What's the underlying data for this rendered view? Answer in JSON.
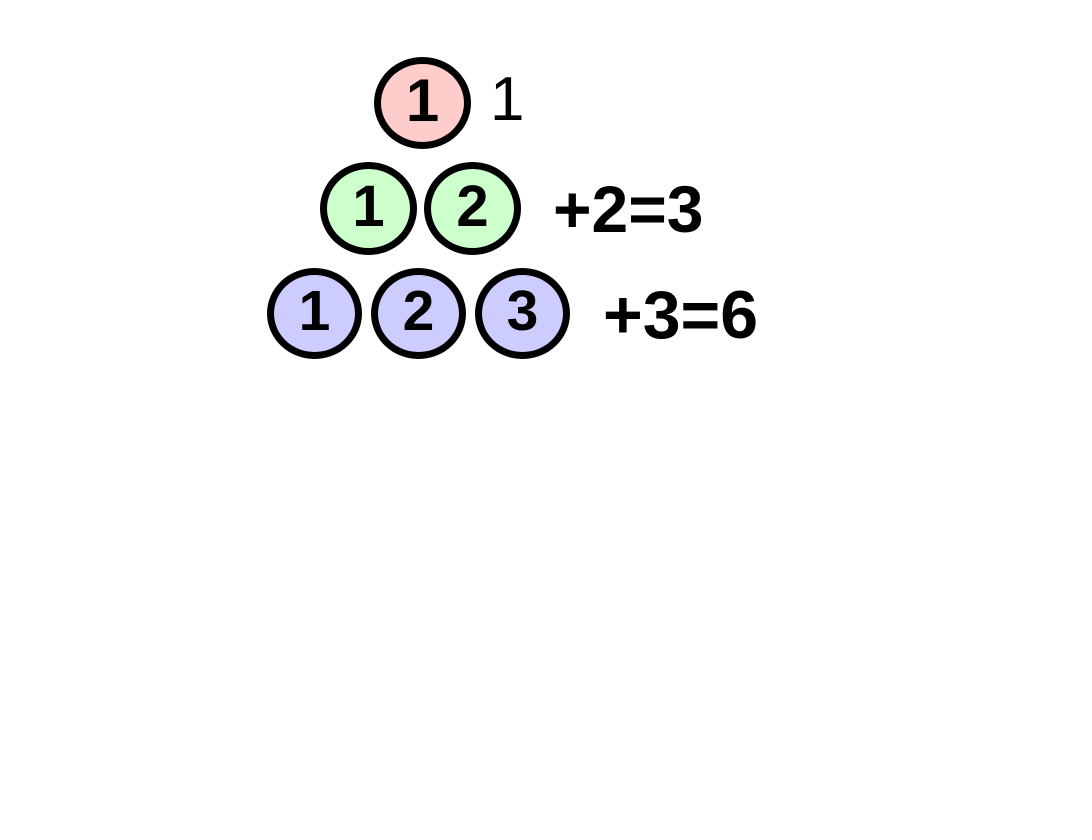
{
  "figure": {
    "kind": "triangular-number-diagram",
    "background_color": "#ffffff",
    "outline_color": "#000000",
    "text_color": "#000000"
  },
  "rows": [
    {
      "id": "row-1",
      "fill_color": "#ffcccc",
      "count": 1,
      "discs": [
        {
          "label": "1"
        }
      ],
      "caption": "1",
      "running_total": 1
    },
    {
      "id": "row-2",
      "fill_color": "#ccffcc",
      "count": 2,
      "discs": [
        {
          "label": "1"
        },
        {
          "label": "2"
        }
      ],
      "caption": "+2=3",
      "running_total": 3
    },
    {
      "id": "row-3",
      "fill_color": "#ccccff",
      "count": 3,
      "discs": [
        {
          "label": "1"
        },
        {
          "label": "2"
        },
        {
          "label": "3"
        }
      ],
      "caption": "+3=6",
      "running_total": 6
    }
  ],
  "chart_data": {
    "type": "bar",
    "title": "",
    "subtitle": "",
    "xlabel": "",
    "ylabel": "",
    "grid": false,
    "legend": "none",
    "categories": [
      "1",
      "2",
      "3"
    ],
    "values": [
      1,
      2,
      3
    ],
    "cumulative": [
      1,
      3,
      6
    ],
    "annotations": [
      "1",
      "+2=3",
      "+3=6"
    ],
    "series_colors": [
      "#ffcccc",
      "#ccffcc",
      "#ccccff"
    ]
  }
}
